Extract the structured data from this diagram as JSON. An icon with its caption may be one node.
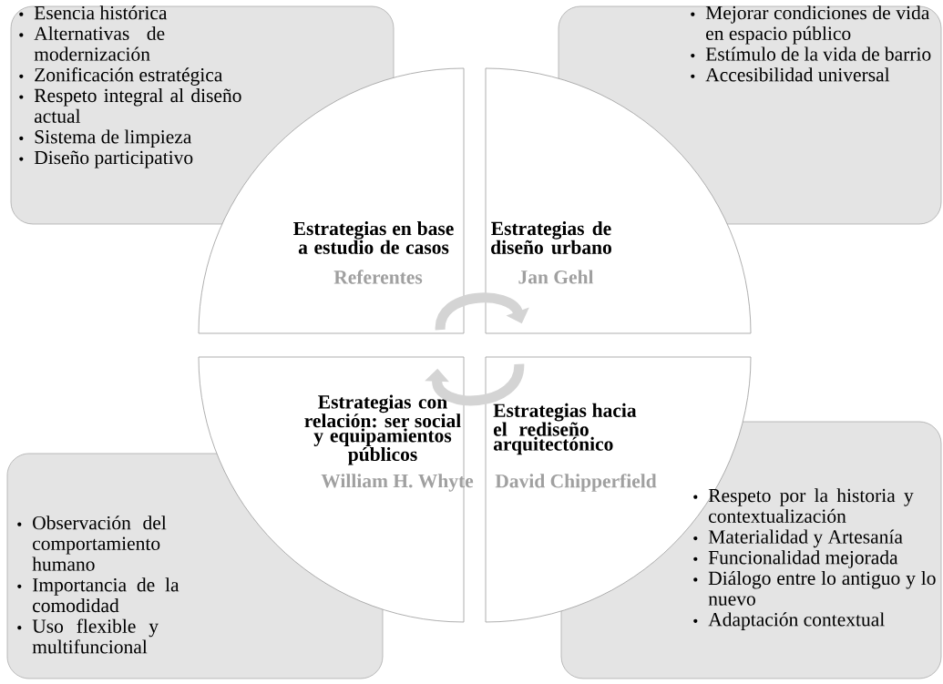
{
  "diagram": {
    "nodes": [
      {
        "text": [
          "Esencia histórica",
          "Alternativas de modernización",
          "Zonificación estratégica",
          "Respeto integral al diseño actual",
          "Sistema de limpieza",
          "Diseño participativo"
        ]
      },
      {
        "text": [
          "Estrategias en base a estudio de casos",
          "Referentes"
        ]
      },
      {
        "text": [
          "Estrategias de diseño urbano",
          "Jan Gehl"
        ]
      },
      {
        "text": [
          "Mejorar condiciones de vida en espacio público",
          "Estímulo de la vida de barrio",
          "Accesibilidad universal"
        ]
      },
      {
        "text": [
          "Observación del comportamiento humano",
          "Importancia de la comodidad",
          "Uso flexible y multifuncional"
        ]
      },
      {
        "text": [
          "Estrategias con relación: ser social y equipamientos públicos",
          "William H. Whyte"
        ]
      },
      {
        "text": [
          "Estrategias hacia el rediseño arquitectónico",
          "David Chipperfield"
        ]
      },
      {
        "text": [
          "Respeto por la historia y contextualización",
          "Materialidad y Artesanía",
          "Funcionalidad mejorada",
          "Diálogo entre lo antiguo y lo nuevo",
          "Adaptación contextual"
        ]
      }
    ],
    "edges": [
      {
        "from": 1,
        "to": 2,
        "arrow": "to"
      },
      {
        "from": 6,
        "to": 5,
        "arrow": "to"
      }
    ]
  }
}
